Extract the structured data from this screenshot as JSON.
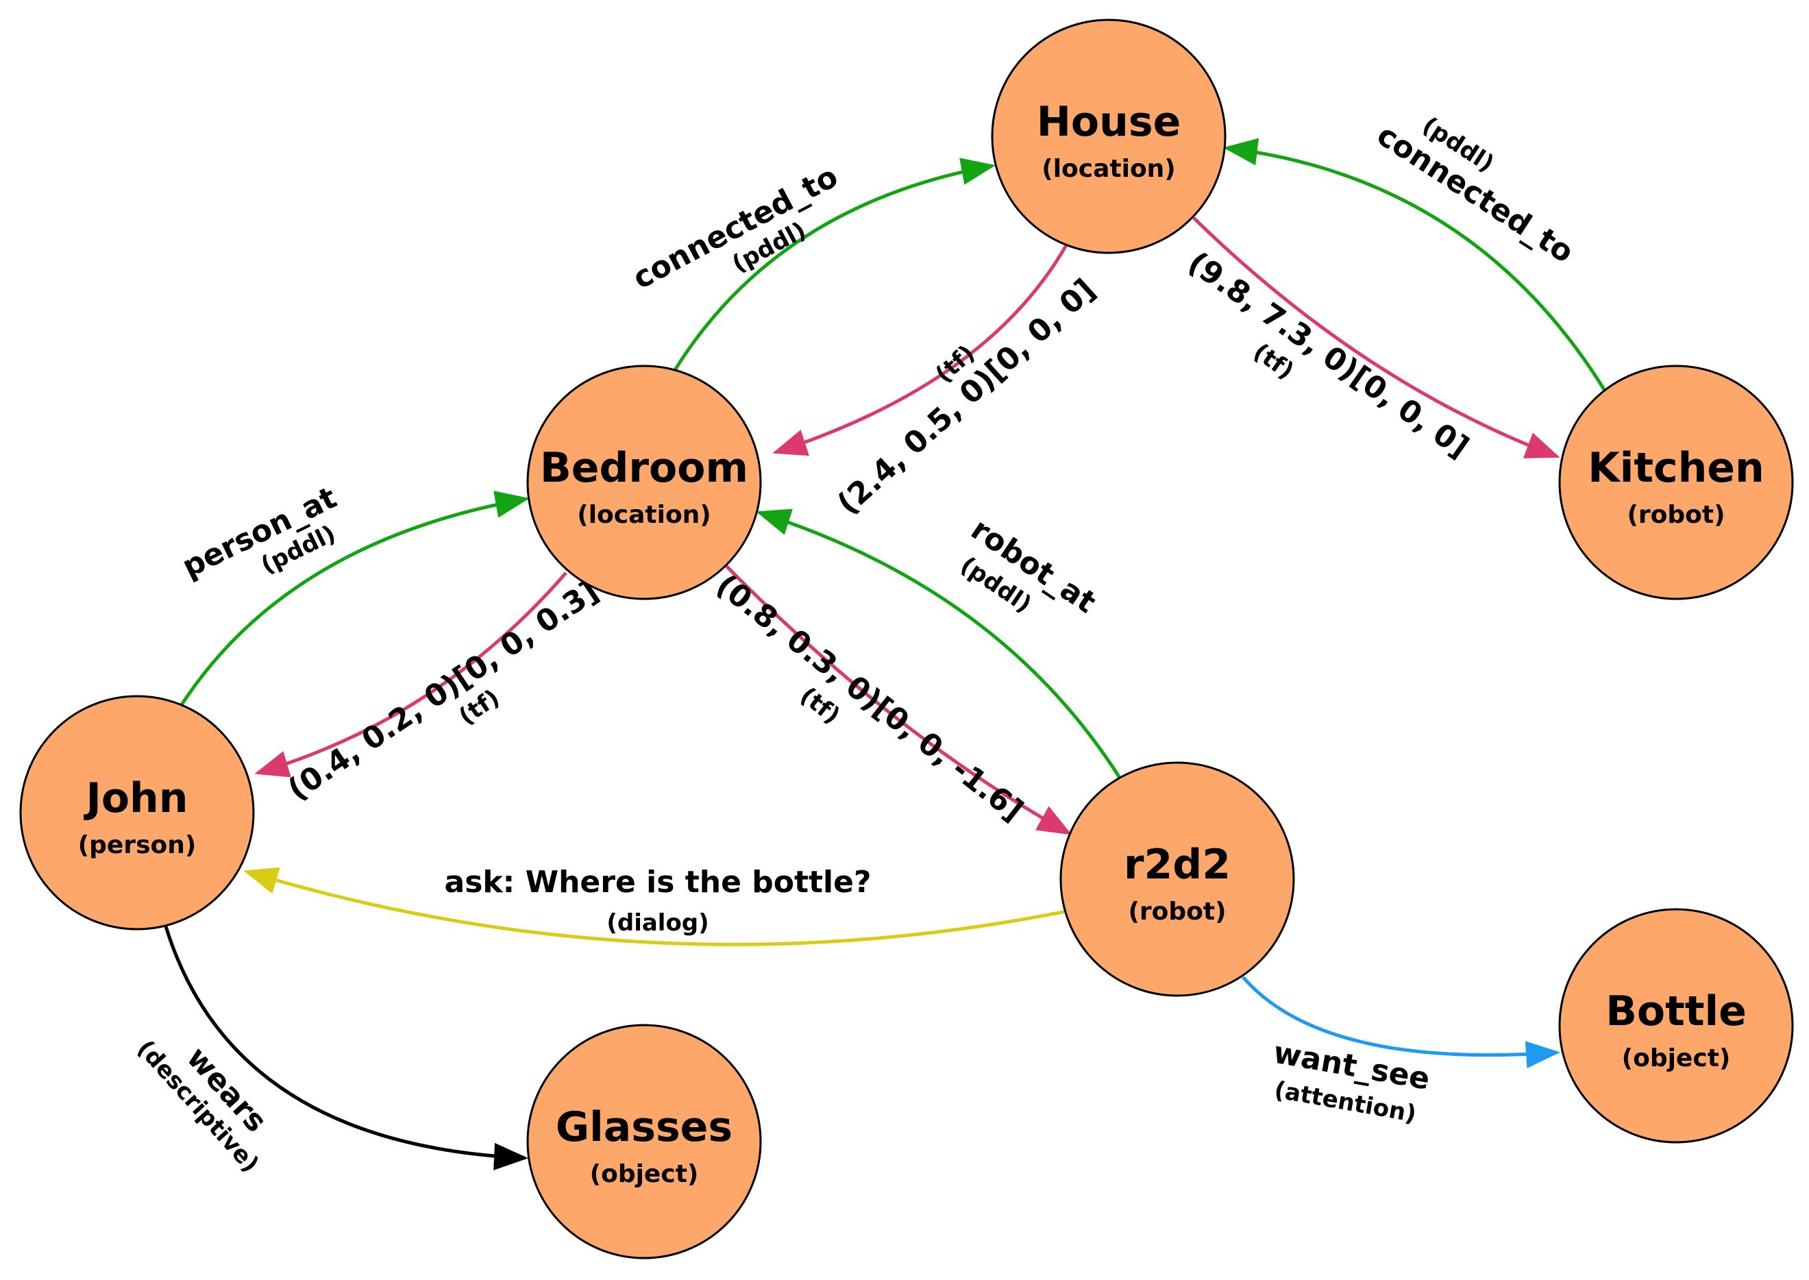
{
  "colors": {
    "node_fill": "#FDA86A",
    "pddl": "#12A412",
    "tf": "#DB3A6E",
    "dialog": "#D8CC14",
    "descriptive": "#000000",
    "attention": "#1E9BF0"
  },
  "nodes": {
    "house": {
      "name": "House",
      "type": "(location)"
    },
    "bedroom": {
      "name": "Bedroom",
      "type": "(location)"
    },
    "kitchen": {
      "name": "Kitchen",
      "type": "(robot)"
    },
    "john": {
      "name": "John",
      "type": "(person)"
    },
    "r2d2": {
      "name": "r2d2",
      "type": "(robot)"
    },
    "bottle": {
      "name": "Bottle",
      "type": "(object)"
    },
    "glasses": {
      "name": "Glasses",
      "type": "(object)"
    }
  },
  "edges": {
    "bedroom_house": {
      "label": "connected_to",
      "kind": "(pddl)"
    },
    "kitchen_house": {
      "label": "connected_to",
      "kind": "(pddl)"
    },
    "house_bedroom": {
      "label": "(2.4, 0.5, 0)[0, 0, 0]",
      "kind": "(tf)"
    },
    "house_kitchen": {
      "label": "(9.8, 7.3, 0)[0, 0, 0]",
      "kind": "(tf)"
    },
    "john_bedroom": {
      "label": "person_at",
      "kind": "(pddl)"
    },
    "bedroom_john": {
      "label": "(0.4, 0.2, 0)[0, 0, 0.3]",
      "kind": "(tf)"
    },
    "bedroom_r2d2": {
      "label": "(0.8, 0.3, 0)[0, 0, -1.6]",
      "kind": "(tf)"
    },
    "r2d2_bedroom": {
      "label": "robot_at",
      "kind": "(pddl)"
    },
    "r2d2_john": {
      "label": "ask: Where is the bottle?",
      "kind": "(dialog)"
    },
    "r2d2_bottle": {
      "label": "want_see",
      "kind": "(attention)"
    },
    "john_glasses": {
      "label": "wears",
      "kind": "(descriptive)"
    }
  }
}
